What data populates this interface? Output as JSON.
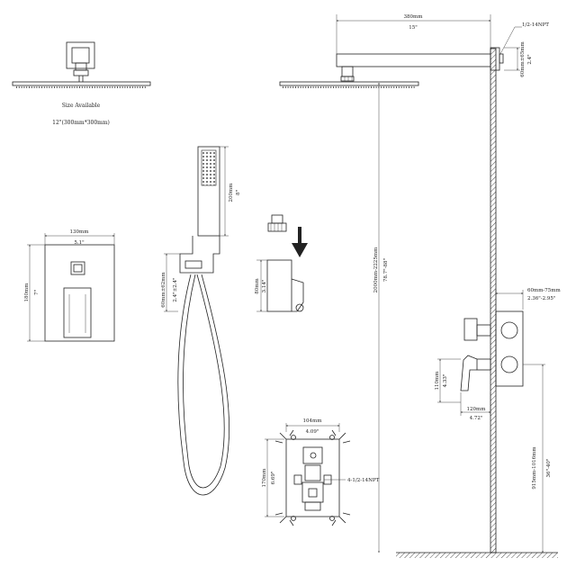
{
  "rain_head_detail": {
    "label_line1": "Size Available",
    "label_line2": "12\"(300mm*300mm)"
  },
  "handheld": {
    "height_mm": "200mm",
    "height_in": "8\"",
    "holder_mm": "60mm±62mm",
    "holder_in": "2.4\"±2.4\""
  },
  "wall_holder": {
    "height_mm": "80mm",
    "height_in": "3.14\""
  },
  "trim_plate": {
    "width_mm": "130mm",
    "width_in": "5.1\"",
    "height_mm": "180mm",
    "height_in": "7\""
  },
  "valve_body": {
    "width_mm": "104mm",
    "width_in": "4.09\"",
    "height_mm": "170mm",
    "height_in": "6.69\"",
    "port_label": "4-1/2-14NPT"
  },
  "shower_arm": {
    "length_mm": "380mm",
    "length_in": "15\"",
    "thread": "1/2-14NPT",
    "flange_mm": "60mm±65mm",
    "flange_in": "2.4\""
  },
  "installation": {
    "head_height_mm": "2000mm-2225mm",
    "head_height_in": "78.7\"-88\"",
    "wall_depth_mm": "60mm-75mm",
    "wall_depth_in": "2.36\"-2.95\"",
    "handle_height_mm": "110mm",
    "handle_height_in": "4.33\"",
    "handle_depth_mm": "120mm",
    "handle_depth_in": "4.72\"",
    "valve_height_mm": "915mm-1016mm",
    "valve_height_in": "36\"-40\""
  }
}
